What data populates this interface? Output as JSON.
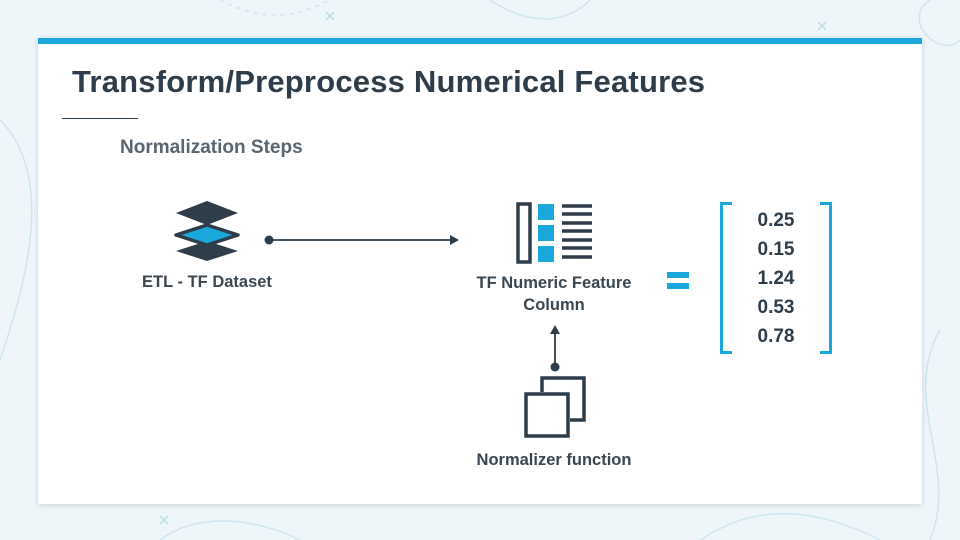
{
  "slide": {
    "title": "Transform/Preprocess Numerical Features",
    "subtitle": "Normalization Steps"
  },
  "nodes": {
    "dataset": {
      "label": "ETL - TF Dataset",
      "icon": "layers-icon"
    },
    "feature_column": {
      "label_line1": "TF Numeric Feature",
      "label_line2": "Column",
      "icon": "feature-column-icon"
    },
    "normalizer": {
      "label": "Normalizer function",
      "icon": "overlapping-squares-icon"
    }
  },
  "equals_sign": {
    "icon": "equals-icon"
  },
  "vector": {
    "values": [
      "0.25",
      "0.15",
      "1.24",
      "0.53",
      "0.78"
    ]
  },
  "colors": {
    "accent": "#1aa7dc",
    "dark": "#2e3d49",
    "text": "#3a4650"
  }
}
